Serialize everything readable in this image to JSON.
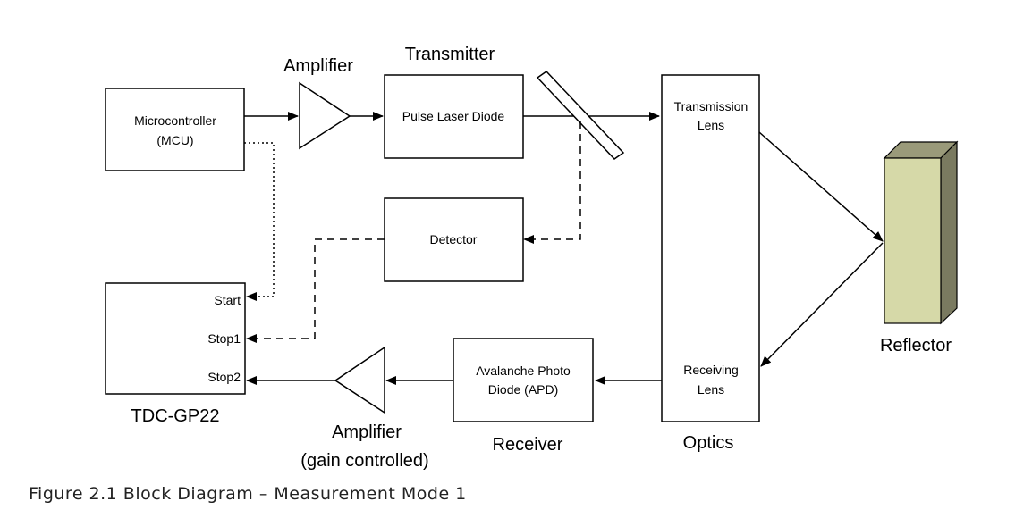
{
  "blocks": {
    "mcu": {
      "line1": "Microcontroller",
      "line2": "(MCU)"
    },
    "amp_top": {
      "label": "Amplifier"
    },
    "transmitter": {
      "label": "Transmitter",
      "inner": "Pulse Laser Diode"
    },
    "detector": {
      "label": "Detector"
    },
    "optics": {
      "label": "Optics",
      "tx_line1": "Transmission",
      "tx_line2": "Lens",
      "rx_line1": "Receiving",
      "rx_line2": "Lens"
    },
    "reflector": {
      "label": "Reflector"
    },
    "tdc": {
      "label": "TDC-GP22",
      "start": "Start",
      "stop1": "Stop1",
      "stop2": "Stop2"
    },
    "amp_bottom": {
      "line1": "Amplifier",
      "line2": "(gain controlled)"
    },
    "receiver": {
      "label": "Receiver",
      "line1": "Avalanche Photo",
      "line2": "Diode (APD)"
    }
  },
  "caption": "Figure 2.1 Block Diagram – Measurement Mode 1",
  "colors": {
    "reflector_front": "#d6d9a8",
    "reflector_side": "#7a7a60",
    "reflector_top": "#9a9a7a"
  }
}
